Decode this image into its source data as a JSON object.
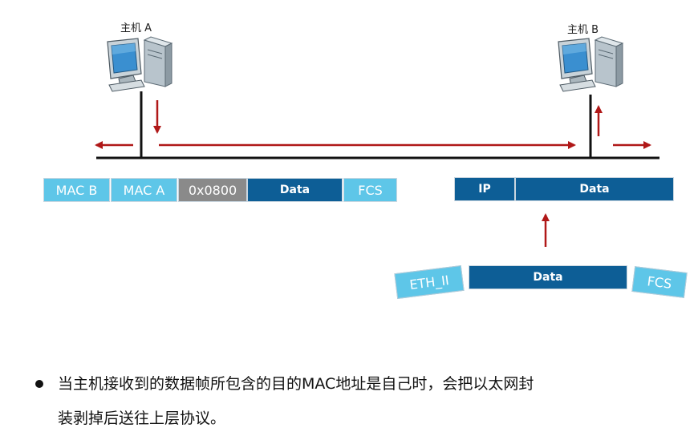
{
  "hosts": {
    "a_label": "主机 A",
    "b_label": "主机 B"
  },
  "frame_left": {
    "fields": [
      "MAC B",
      "MAC A",
      "0x0800",
      "Data",
      "FCS"
    ]
  },
  "packet_right": {
    "fields": [
      "IP",
      "Data"
    ]
  },
  "ethernet_frame": {
    "header": "ETH_II",
    "data": "Data",
    "trailer": "FCS"
  },
  "note": {
    "line1": "当主机接收到的数据帧所包含的目的MAC地址是自己时，会把以太网封",
    "line2": "装剥掉后送往上层协议。"
  },
  "colors": {
    "arrow": "#b01818",
    "light_blue": "#5ec6e8",
    "dark_blue": "#0d5e96",
    "gray": "#8a8a8a"
  },
  "icons": [
    "computer-icon",
    "computer-icon"
  ]
}
